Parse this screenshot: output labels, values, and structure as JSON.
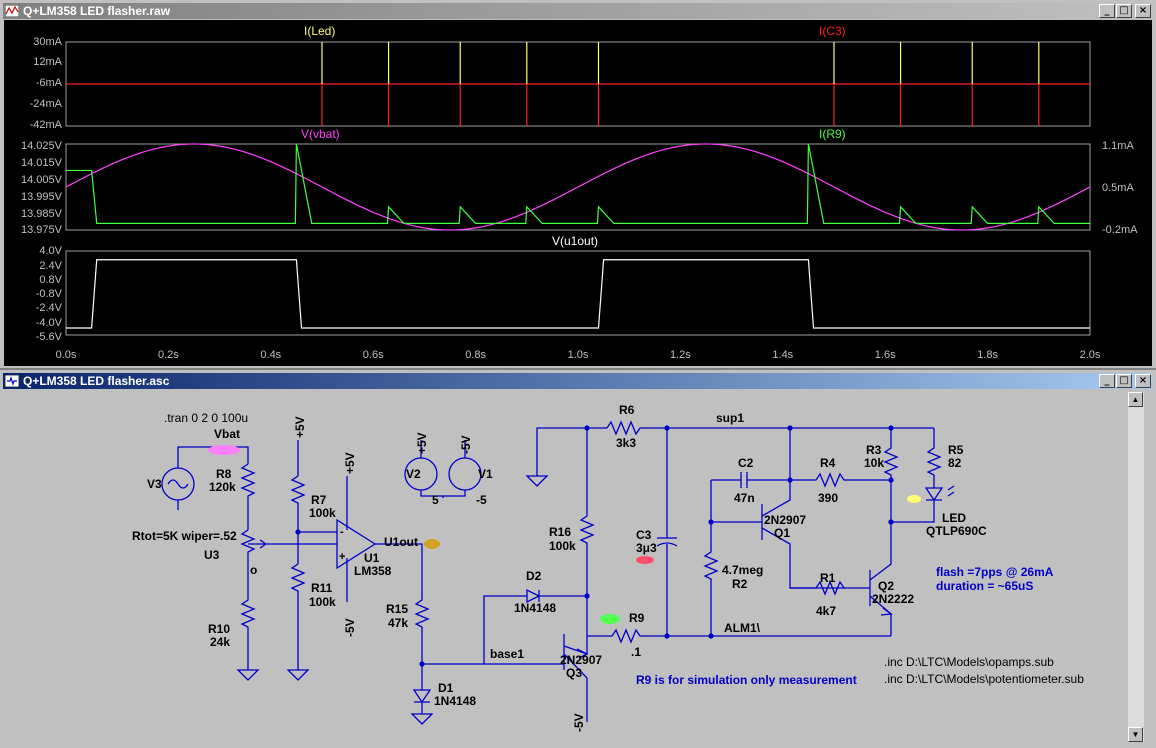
{
  "waveform_window": {
    "title": "Q+LM358 LED flasher.raw",
    "controls": {
      "minimize": "_",
      "maximize": "□",
      "close": "×"
    }
  },
  "schematic_window": {
    "title": "Q+LM358 LED flasher.asc",
    "controls": {
      "minimize": "_",
      "maximize": "□",
      "close": "×"
    }
  },
  "pane1": {
    "traces": [
      {
        "name": "I(Led)",
        "color": "#ffff66"
      },
      {
        "name": "I(C3)",
        "color": "#ff2020"
      }
    ],
    "y_ticks": [
      "30mA",
      "12mA",
      "-6mA",
      "-24mA",
      "-42mA"
    ]
  },
  "pane2": {
    "traces": [
      {
        "name": "V(vbat)",
        "color": "#ff40ff"
      },
      {
        "name": "I(R9)",
        "color": "#40ff40"
      }
    ],
    "y_ticks_left": [
      "14.025V",
      "14.015V",
      "14.005V",
      "13.995V",
      "13.985V",
      "13.975V"
    ],
    "y_ticks_right": [
      "1.1mA",
      "0.5mA",
      "-0.2mA"
    ]
  },
  "pane3": {
    "traces": [
      {
        "name": "V(u1out)",
        "color": "#ffffff"
      }
    ],
    "y_ticks": [
      "4.0V",
      "2.4V",
      "0.8V",
      "-0.8V",
      "-2.4V",
      "-4.0V",
      "-5.6V"
    ]
  },
  "x_ticks": [
    "0.0s",
    "0.2s",
    "0.4s",
    "0.6s",
    "0.8s",
    "1.0s",
    "1.2s",
    "1.4s",
    "1.6s",
    "1.8s",
    "2.0s"
  ],
  "chart_data": {
    "type": "line",
    "x_range": [
      0,
      2.0
    ],
    "x_unit": "s",
    "panes": [
      {
        "series": [
          {
            "name": "I(Led)",
            "spikes_x": [
              0.5,
              0.63,
              0.77,
              0.9,
              1.04,
              1.5,
              1.63,
              1.77,
              1.9
            ],
            "peak": 30,
            "baseline": -6
          },
          {
            "name": "I(C3)",
            "spikes_x": [
              0.5,
              0.63,
              0.77,
              0.9,
              1.04,
              1.5,
              1.63,
              1.77,
              1.9
            ],
            "trough": -42,
            "baseline": -6
          }
        ],
        "ylim": [
          -42,
          30
        ],
        "unit": "mA"
      },
      {
        "series": [
          {
            "name": "V(vbat)",
            "shape": "sine",
            "frequency_hz": 1.0,
            "min": 13.975,
            "max": 14.025,
            "unit": "V"
          },
          {
            "name": "I(R9)",
            "spike_x": [
              0.45,
              0.63,
              0.77,
              0.9,
              1.04,
              1.45,
              1.63,
              1.77,
              1.9
            ],
            "peak": 1.1,
            "baseline": -0.1,
            "unit": "mA"
          }
        ],
        "ylim_left": [
          13.975,
          14.025
        ],
        "ylim_right": [
          -0.2,
          1.1
        ]
      },
      {
        "series": [
          {
            "name": "V(u1out)",
            "x": [
              0,
              0.05,
              0.06,
              0.45,
              0.46,
              1.04,
              1.05,
              1.45,
              1.46,
              2.0
            ],
            "y": [
              -4.8,
              -4.8,
              3.0,
              3.0,
              -4.8,
              -4.8,
              3.0,
              3.0,
              -4.8,
              -4.8
            ]
          }
        ],
        "ylim": [
          -5.6,
          4.0
        ],
        "unit": "V"
      }
    ]
  },
  "schematic": {
    "directive_tran": ".tran 0 2 0 100u",
    "net_vbat": "Vbat",
    "net_u1out": "U1out",
    "net_base1": "base1",
    "net_sup1": "sup1",
    "net_alm1": "ALM1\\",
    "v3": "V3",
    "r8": {
      "ref": "R8",
      "value": "120k"
    },
    "pot_note": "Rtot=5K wiper=.52",
    "u3": "U3",
    "pot_o": "o",
    "r10": {
      "ref": "R10",
      "value": "24k"
    },
    "plus5_a": "+5V",
    "plus5_b": "+5V",
    "plus5_c": "+5V",
    "minus5_a": "-5V",
    "minus5_b": "-5V",
    "minus5_c": "-5V",
    "r7": {
      "ref": "R7",
      "value": "100k"
    },
    "r11": {
      "ref": "R11",
      "value": "100k"
    },
    "u1": {
      "ref": "U1",
      "value": "LM358"
    },
    "opamp_minus": "-",
    "opamp_plus": "+",
    "v2": {
      "ref": "V2",
      "value": "5"
    },
    "v1": {
      "ref": "V1",
      "value": "-5"
    },
    "r15": {
      "ref": "R15",
      "value": "47k"
    },
    "d1": {
      "ref": "D1",
      "value": "1N4148"
    },
    "d2": {
      "ref": "D2",
      "value": "1N4148"
    },
    "r16": {
      "ref": "R16",
      "value": "100k"
    },
    "r6": {
      "ref": "R6",
      "value": "3k3"
    },
    "c3": {
      "ref": "C3",
      "value": "3μ3"
    },
    "r9": {
      "ref": "R9",
      "value": ".1"
    },
    "q3": {
      "ref": "Q3",
      "value": "2N2907"
    },
    "c2": {
      "ref": "C2",
      "value": "47n"
    },
    "r4": {
      "ref": "R4",
      "value": "390"
    },
    "r3": {
      "ref": "R3",
      "value": "10k"
    },
    "r5": {
      "ref": "R5",
      "value": "82"
    },
    "q1": {
      "ref": "Q1",
      "value": "2N2907"
    },
    "r2": {
      "ref": "R2",
      "value": "4.7meg"
    },
    "r1": {
      "ref": "R1",
      "value": "4k7"
    },
    "q2": {
      "ref": "Q2",
      "value": "2N2222"
    },
    "led": {
      "ref": "LED",
      "value": "QTLP690C"
    },
    "note_flash": "flash =7pps @ 26mA",
    "note_duration": "duration = ~65uS",
    "note_r9": "R9 is for simulation only measurement",
    "inc_opamps": ".inc D:\\LTC\\Models\\opamps.sub",
    "inc_pot": ".inc D:\\LTC\\Models\\potentiometer.sub"
  },
  "colors": {
    "wire": "#0000c8",
    "text": "#000000",
    "directive": "#000000",
    "comment": "#0000c8",
    "plot_bg": "#000000",
    "grid_label": "#c0c0c0"
  }
}
